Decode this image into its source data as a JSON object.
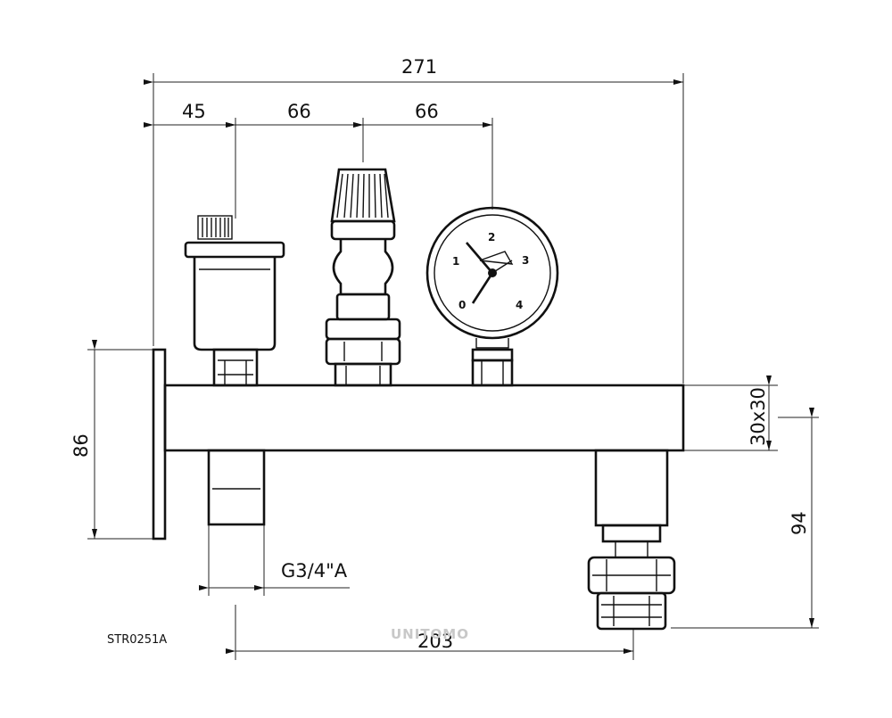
{
  "dimensions": {
    "overall_width": "271",
    "spacing_1": "45",
    "spacing_2": "66",
    "spacing_3": "66",
    "height_left": "86",
    "tube_section": "30x30",
    "height_right": "94",
    "bottom_length": "203",
    "thread": "G3/4\"A"
  },
  "pressure_gauge": {
    "scale_labels": [
      "0",
      "1",
      "2",
      "3",
      "4"
    ]
  },
  "drawing_code": "STR0251A",
  "watermark": "UNITOMO"
}
